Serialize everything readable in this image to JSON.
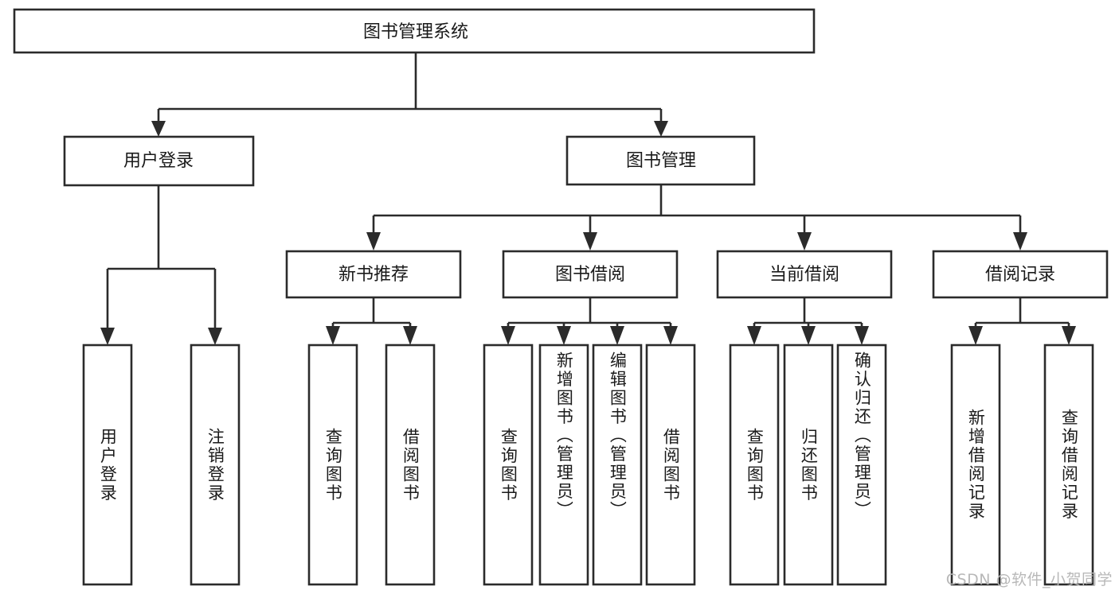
{
  "diagram": {
    "type": "hierarchy-tree",
    "title": "图书管理系统",
    "root": {
      "id": "root",
      "label": "图书管理系统",
      "orientation": "horizontal"
    },
    "level1": [
      {
        "id": "user-login",
        "label": "用户登录",
        "orientation": "horizontal"
      },
      {
        "id": "book-management",
        "label": "图书管理",
        "orientation": "horizontal"
      }
    ],
    "level2": [
      {
        "id": "new-book-recommend",
        "label": "新书推荐",
        "orientation": "horizontal",
        "parent": "book-management"
      },
      {
        "id": "book-borrow",
        "label": "图书借阅",
        "orientation": "horizontal",
        "parent": "book-management"
      },
      {
        "id": "current-borrow",
        "label": "当前借阅",
        "orientation": "horizontal",
        "parent": "book-management"
      },
      {
        "id": "borrow-record",
        "label": "借阅记录",
        "orientation": "horizontal",
        "parent": "book-management"
      }
    ],
    "leaves": [
      {
        "id": "leaf-user-login",
        "label": "用户登录",
        "parent": "user-login",
        "orientation": "vertical"
      },
      {
        "id": "leaf-logout-login",
        "label": "注销登录",
        "parent": "user-login",
        "orientation": "vertical"
      },
      {
        "id": "leaf-query-book-1",
        "label": "查询图书",
        "parent": "new-book-recommend",
        "orientation": "vertical"
      },
      {
        "id": "leaf-borrow-book-1",
        "label": "借阅图书",
        "parent": "new-book-recommend",
        "orientation": "vertical"
      },
      {
        "id": "leaf-query-book-2",
        "label": "查询图书",
        "parent": "book-borrow",
        "orientation": "vertical"
      },
      {
        "id": "leaf-add-book",
        "label": "新增图书（管理员）",
        "parent": "book-borrow",
        "orientation": "vertical"
      },
      {
        "id": "leaf-edit-book",
        "label": "编辑图书（管理员）",
        "parent": "book-borrow",
        "orientation": "vertical"
      },
      {
        "id": "leaf-borrow-book-2",
        "label": "借阅图书",
        "parent": "book-borrow",
        "orientation": "vertical"
      },
      {
        "id": "leaf-query-book-3",
        "label": "查询图书",
        "parent": "current-borrow",
        "orientation": "vertical"
      },
      {
        "id": "leaf-return-book",
        "label": "归还图书",
        "parent": "current-borrow",
        "orientation": "vertical"
      },
      {
        "id": "leaf-confirm-return",
        "label": "确认归还（管理员）",
        "parent": "current-borrow",
        "orientation": "vertical"
      },
      {
        "id": "leaf-add-record",
        "label": "新增借阅记录",
        "parent": "borrow-record",
        "orientation": "vertical"
      },
      {
        "id": "leaf-query-record",
        "label": "查询借阅记录",
        "parent": "borrow-record",
        "orientation": "vertical"
      }
    ],
    "colors": {
      "box_stroke": "#2b2b2b",
      "box_fill": "#ffffff",
      "text": "#1a1a1a",
      "background": "#ffffff",
      "watermark": "#b8b8b8"
    }
  },
  "watermark": {
    "text": "CSDN @软件_小贺同学"
  }
}
